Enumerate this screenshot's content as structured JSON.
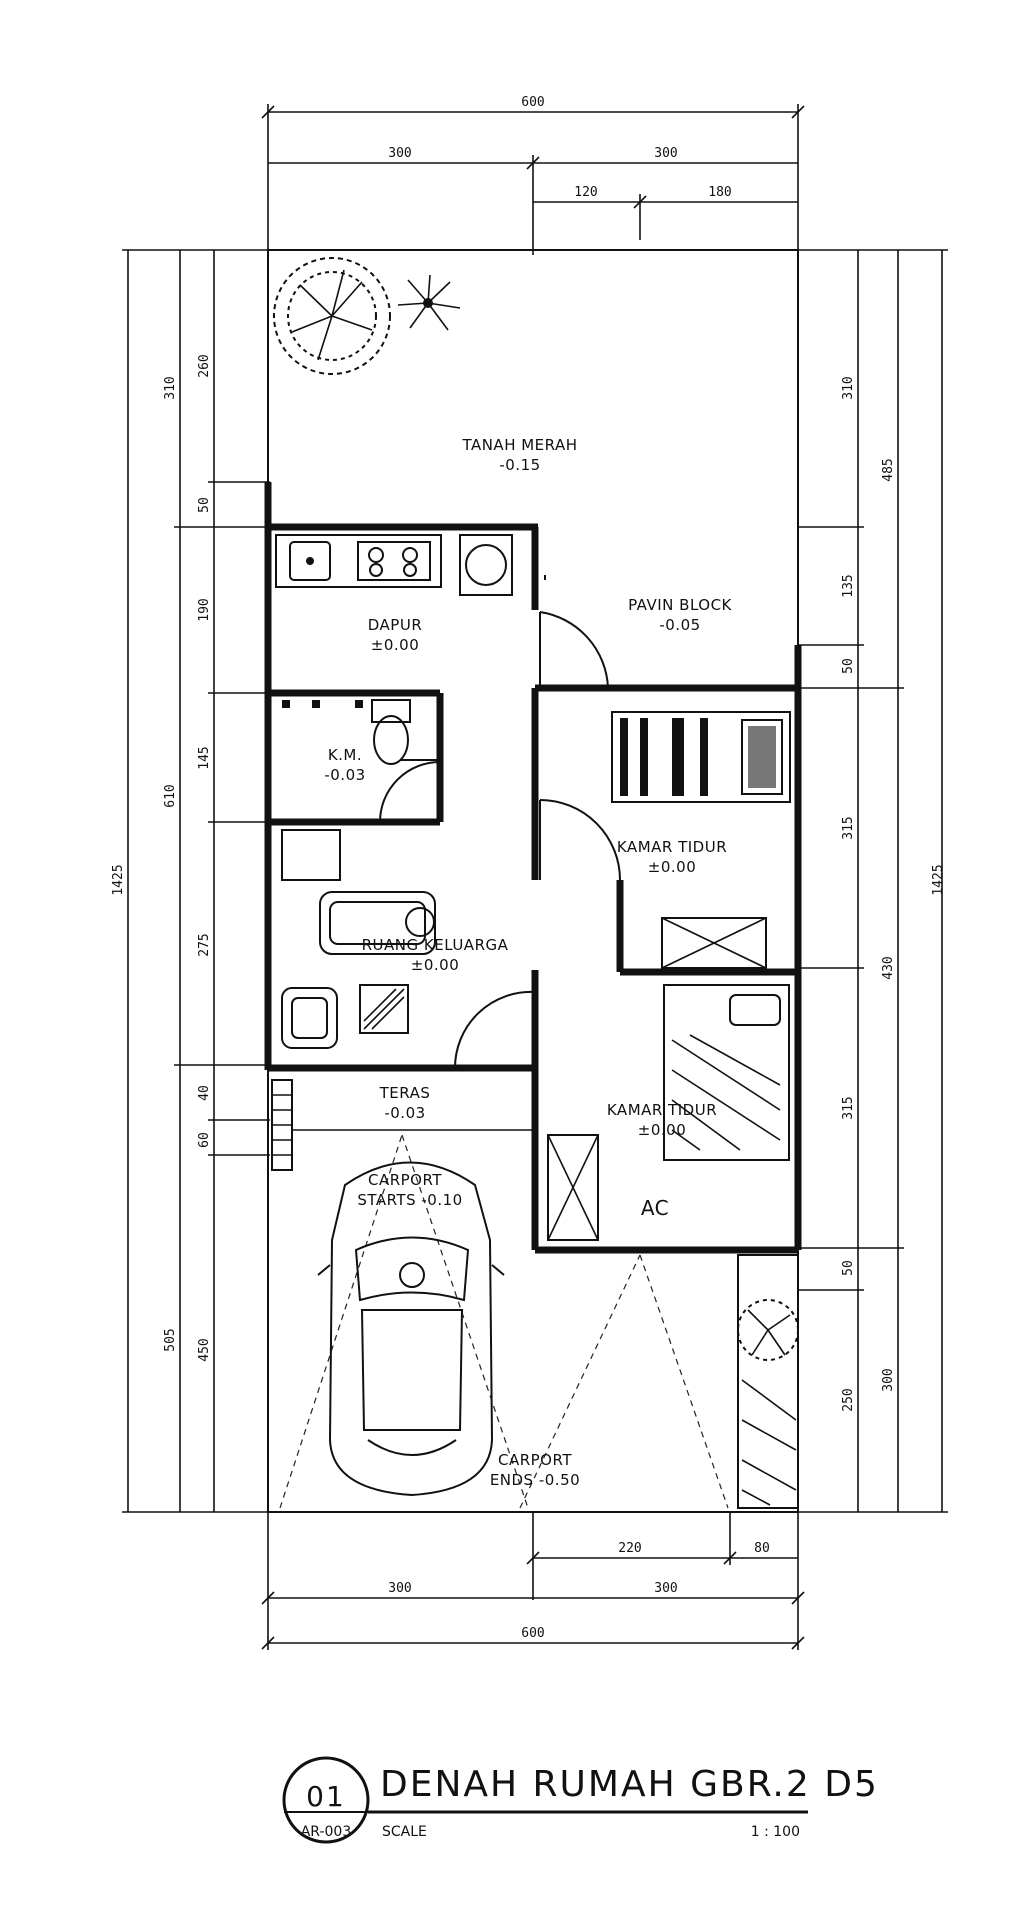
{
  "dimensions": {
    "top_total": "600",
    "top_left": "300",
    "top_right": "300",
    "top_sub_left": "120",
    "top_sub_right": "180",
    "bottom_sub_left": "220",
    "bottom_sub_right": "80",
    "bottom_left": "300",
    "bottom_right": "300",
    "bottom_total": "600",
    "left_total": "1425",
    "left_310": "310",
    "left_610": "610",
    "left_505": "505",
    "left_260": "260",
    "left_50": "50",
    "left_190": "190",
    "left_145": "145",
    "left_275": "275",
    "left_40": "40",
    "left_60": "60",
    "left_450": "450",
    "right_total": "1425",
    "right_485": "485",
    "right_430": "430",
    "right_300": "300",
    "right_310": "310",
    "right_135": "135",
    "right_50a": "50",
    "right_315": "315",
    "right_315b": "315",
    "right_50b": "50",
    "right_250": "250"
  },
  "rooms": {
    "tanah_merah": {
      "name": "TANAH MERAH",
      "level": "-0.15"
    },
    "dapur": {
      "name": "DAPUR",
      "level": "±0.00"
    },
    "pavin_block": {
      "name": "PAVIN BLOCK",
      "level": "-0.05"
    },
    "km": {
      "name": "K.M.",
      "level": "-0.03"
    },
    "kamar_tidur_1": {
      "name": "KAMAR TIDUR",
      "level": "±0.00"
    },
    "ruang_keluarga": {
      "name": "RUANG KELUARGA",
      "level": "±0.00"
    },
    "teras": {
      "name": "TERAS",
      "level": "-0.03"
    },
    "kamar_tidur_2": {
      "name": "KAMAR TIDUR",
      "level": "±0.00"
    },
    "carport_start": {
      "name": "CARPORT",
      "level": "STARTS -0.10"
    },
    "carport_end": {
      "name": "CARPORT",
      "level": "ENDS -0.50"
    },
    "ac": "AC"
  },
  "title_block": {
    "number": "01",
    "sheet": "AR-003",
    "title": "DENAH RUMAH GBR.2 D5",
    "scale_label": "SCALE",
    "scale_value": "1 : 100"
  }
}
